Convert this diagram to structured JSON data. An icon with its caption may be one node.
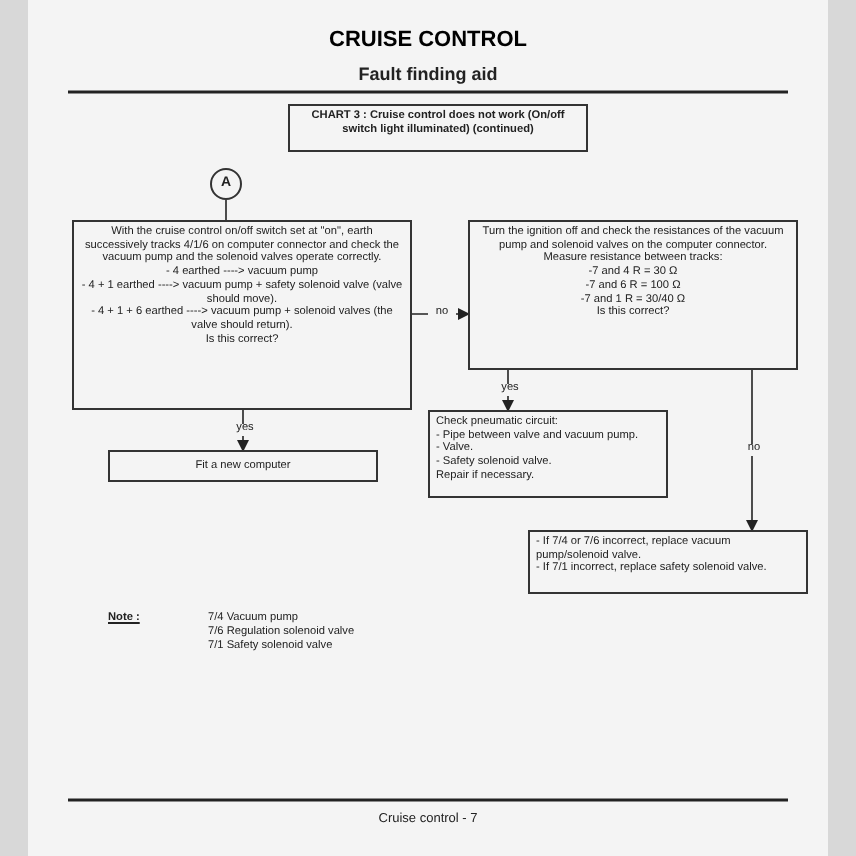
{
  "diagram": {
    "title": "CRUISE CONTROL",
    "nodes": [
      {
        "text": [
          "CHART 3 : Cruise control does not work (On/off switch light illuminated) (continued)"
        ]
      },
      {
        "text": [
          "A"
        ]
      },
      {
        "text": [
          "With the cruise control on/off switch set at \"on\", earth successively tracks 4/1/6 on computer connector and check the vacuum pump and the solenoid valves operate correctly.",
          "- 4 earthed ----> vacuum pump",
          "- 4 + 1 earthed ----> vacuum pump + safety solenoid valve (valve should move).",
          "- 4 + 1 + 6 earthed ----> vacuum pump + solenoid valves (the valve should return).",
          "Is this correct?"
        ]
      },
      {
        "text": [
          "Turn the ignition off and check the resistances of the vacuum pump and solenoid valves on the computer connector.",
          "Measure resistance between tracks:",
          "-7 and 4 R = 30 Ω",
          "-7 and 6 R = 100 Ω",
          "-7 and 1 R = 30/40 Ω",
          "Is this correct?"
        ]
      },
      {
        "text": [
          "Fit a new computer"
        ]
      },
      {
        "text": [
          "Check pneumatic circuit:",
          "- Pipe between valve and vacuum pump.",
          "- Valve.",
          "- Safety solenoid valve.",
          "Repair if necessary."
        ]
      },
      {
        "text": [
          "- If 7/4 or 7/6 incorrect, replace vacuum pump/solenoid valve.",
          "- If 7/1 incorrect, replace safety solenoid valve."
        ]
      }
    ],
    "edges": [
      {
        "from": 1,
        "to": 2,
        "arrow": "none"
      },
      {
        "from": 2,
        "to": 3,
        "arrow": "to",
        "label": "no"
      },
      {
        "from": 2,
        "to": 4,
        "arrow": "to",
        "label": "yes"
      },
      {
        "from": 3,
        "to": 5,
        "arrow": "to",
        "label": "yes"
      },
      {
        "from": 3,
        "to": 6,
        "arrow": "to",
        "label": "no"
      }
    ],
    "labels": [
      "Fault finding aid",
      "Note :",
      "7/4 Vacuum pump",
      "7/6 Regulation solenoid valve",
      "7/1 Safety solenoid valve",
      "Cruise control - 7"
    ]
  }
}
